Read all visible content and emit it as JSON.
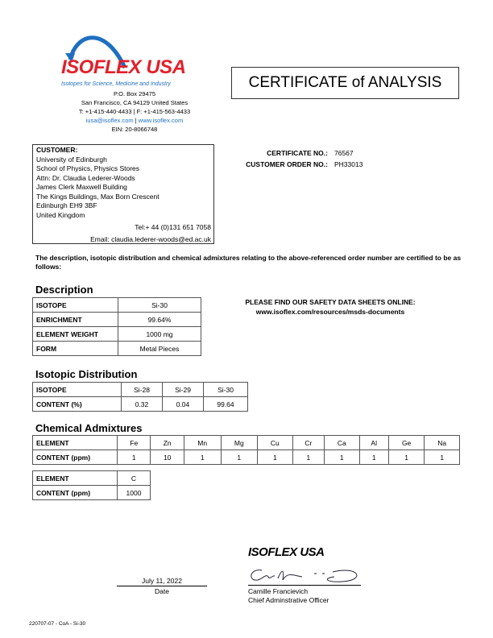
{
  "company": {
    "name": "ISOFLEX USA",
    "tagline": "Isotopes for Science, Medicine and Industry",
    "address1": "P.O. Box 29475",
    "address2": "San Francisco, CA 94129 United States",
    "phone": "T: +1-415-440-4433 | F: +1-415-563-4433",
    "email": "iusa@isoflex.com",
    "website": "www.isoflex.com",
    "ein": "EIN: 20-8066748",
    "brand_red": "#e3202a",
    "brand_blue": "#1f6fc0"
  },
  "title": "CERTIFICATE of ANALYSIS",
  "customer": {
    "label": "CUSTOMER:",
    "lines": [
      "University of Edinburgh",
      "School of Physics, Physics Stores",
      "Attn: Dr. Claudia Lederer-Woods",
      "James Clerk Maxwell Building",
      "The Kings Buildings, Max Born Crescent",
      "Edinburgh EH9 3BF",
      "United Kingdom"
    ],
    "tel": "Tel:+ 44 (0)131 651 7058",
    "email": "Email: claudia.lederer-woods@ed.ac.uk"
  },
  "certificate_no_label": "CERTIFICATE NO.:",
  "certificate_no": "76567",
  "order_no_label": "CUSTOMER ORDER NO.:",
  "order_no": "PH33013",
  "intro": "The description, isotopic distribution and chemical admixtures relating to the above-referenced order number are certified to be as follows:",
  "safety": {
    "line1": "PLEASE FIND OUR SAFETY DATA SHEETS ONLINE:",
    "line2": "www.isoflex.com/resources/msds-documents"
  },
  "description": {
    "heading": "Description",
    "rows": [
      [
        "ISOTOPE",
        "Si-30"
      ],
      [
        "ENRICHMENT",
        "99.64%"
      ],
      [
        "ELEMENT WEIGHT",
        "1000 mg"
      ],
      [
        "FORM",
        "Metal Pieces"
      ]
    ]
  },
  "isotopic": {
    "heading": "Isotopic Distribution",
    "row_labels": [
      "ISOTOPE",
      "CONTENT (%)"
    ],
    "isotopes": [
      "Si-28",
      "Si-29",
      "Si-30"
    ],
    "content": [
      "0.32",
      "0.04",
      "99.64"
    ]
  },
  "admixtures": {
    "heading": "Chemical Admixtures",
    "row_labels": [
      "ELEMENT",
      "CONTENT (ppm)"
    ],
    "elements": [
      "Fe",
      "Zn",
      "Mn",
      "Mg",
      "Cu",
      "Cr",
      "Ca",
      "Al",
      "Ge",
      "Na"
    ],
    "content": [
      "1",
      "10",
      "1",
      "1",
      "1",
      "1",
      "1",
      "1",
      "1",
      "1"
    ],
    "elements2": [
      "C"
    ],
    "content2": [
      "1000"
    ]
  },
  "signature": {
    "logo": "ISOFLEX USA",
    "date": "July 11, 2022",
    "date_label": "Date",
    "name": "Camille Francievich",
    "title": "Chief Adminstrative Officer"
  },
  "footer": "220707-07 - CoA - Si-30"
}
